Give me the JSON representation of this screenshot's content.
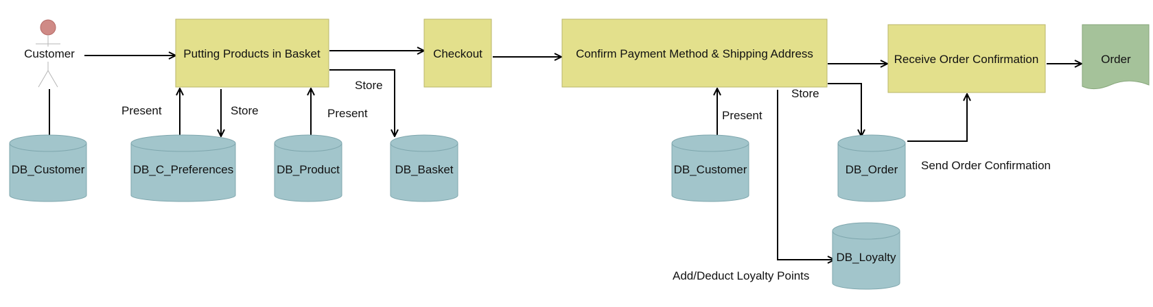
{
  "actor": {
    "label": "Customer"
  },
  "processes": {
    "basket": "Putting Products in Basket",
    "checkout": "Checkout",
    "confirm": "Confirm Payment Method & Shipping Address",
    "receive": "Receive Order Confirmation"
  },
  "document": {
    "label": "Order"
  },
  "databases": {
    "customer1": "DB_Customer",
    "preferences": "DB_C_Preferences",
    "product": "DB_Product",
    "basket": "DB_Basket",
    "customer2": "DB_Customer",
    "order": "DB_Order",
    "loyalty": "DB_Loyalty"
  },
  "edge_labels": {
    "present_pref": "Present",
    "store_pref": "Store",
    "present_product": "Present",
    "store_basket": "Store",
    "present_customer": "Present",
    "store_order": "Store",
    "send_confirmation": "Send Order Confirmation",
    "loyalty_points": "Add/Deduct Loyalty Points"
  },
  "colors": {
    "process_fill": "#e3e08c",
    "database_fill": "#a2c5cb",
    "document_fill": "#a5c29a",
    "actor_head": "#cf8a86"
  }
}
